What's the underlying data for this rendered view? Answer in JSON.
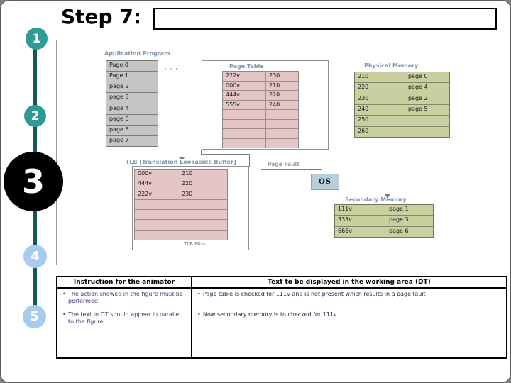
{
  "slide": {
    "title": "Step 7:"
  },
  "step_markers": [
    "1",
    "2",
    "3",
    "4",
    "5"
  ],
  "diagram": {
    "dots_label": "· · · ·",
    "app_program": {
      "title": "Application Program",
      "rows": [
        "Page 0",
        "Page 1",
        "page 2",
        "page 3",
        "page 4",
        "page 5",
        "page 6",
        "page 7"
      ]
    },
    "page_table": {
      "title": "Page Table",
      "rows": [
        [
          "222v",
          "230"
        ],
        [
          "000v",
          "210"
        ],
        [
          "444v",
          "220"
        ],
        [
          "555v",
          "240"
        ],
        [
          "",
          ""
        ],
        [
          "",
          ""
        ],
        [
          "",
          ""
        ],
        [
          "",
          ""
        ]
      ]
    },
    "physical_memory": {
      "title": "Physical Memory",
      "rows": [
        [
          "210",
          "page 0"
        ],
        [
          "220",
          "page 4"
        ],
        [
          "230",
          "page 2"
        ],
        [
          "240",
          "page 5"
        ],
        [
          "250",
          ""
        ],
        [
          "260",
          ""
        ]
      ]
    },
    "tlb": {
      "title": "TLB [Translation Lookaside Buffer]",
      "miss_label": "TLB Miss",
      "rows": [
        [
          "000v",
          "210"
        ],
        [
          "444v",
          "220"
        ],
        [
          "222v",
          "230"
        ],
        [
          "",
          ""
        ],
        [
          "",
          ""
        ],
        [
          "",
          ""
        ],
        [
          "",
          ""
        ]
      ]
    },
    "page_fault_label": "Page Fault",
    "os_label": "OS",
    "secondary_memory": {
      "title": "Secondary Memory",
      "rows": [
        [
          "111v",
          "page 1"
        ],
        [
          "333v",
          "page 3"
        ],
        [
          "666v",
          "page 6"
        ]
      ]
    }
  },
  "bottom_table": {
    "headers": [
      "Instruction for the animator",
      "Text to be displayed in the working area (DT)"
    ],
    "left_bullets": [
      "The action showed in the figure must be performed",
      "The text in DT should appear  in parallel to the figure"
    ],
    "right_bullets": [
      "Page table is checked for 111v and is not present which results in a page fault",
      "Now  secondary memory is to checked for 111v"
    ]
  },
  "colors": {
    "teal": "#2E9B94",
    "dark_teal": "#14575A",
    "light_blue": "#A8CBF0",
    "pink": "#E4C6C6",
    "green": "#CACF9F",
    "gray_cells": "#C5C5C5",
    "os_blue": "#B4CFDA",
    "label_blue": "#7E96AE",
    "navy_left": "#3C3C78",
    "navy_right": "#262650"
  }
}
